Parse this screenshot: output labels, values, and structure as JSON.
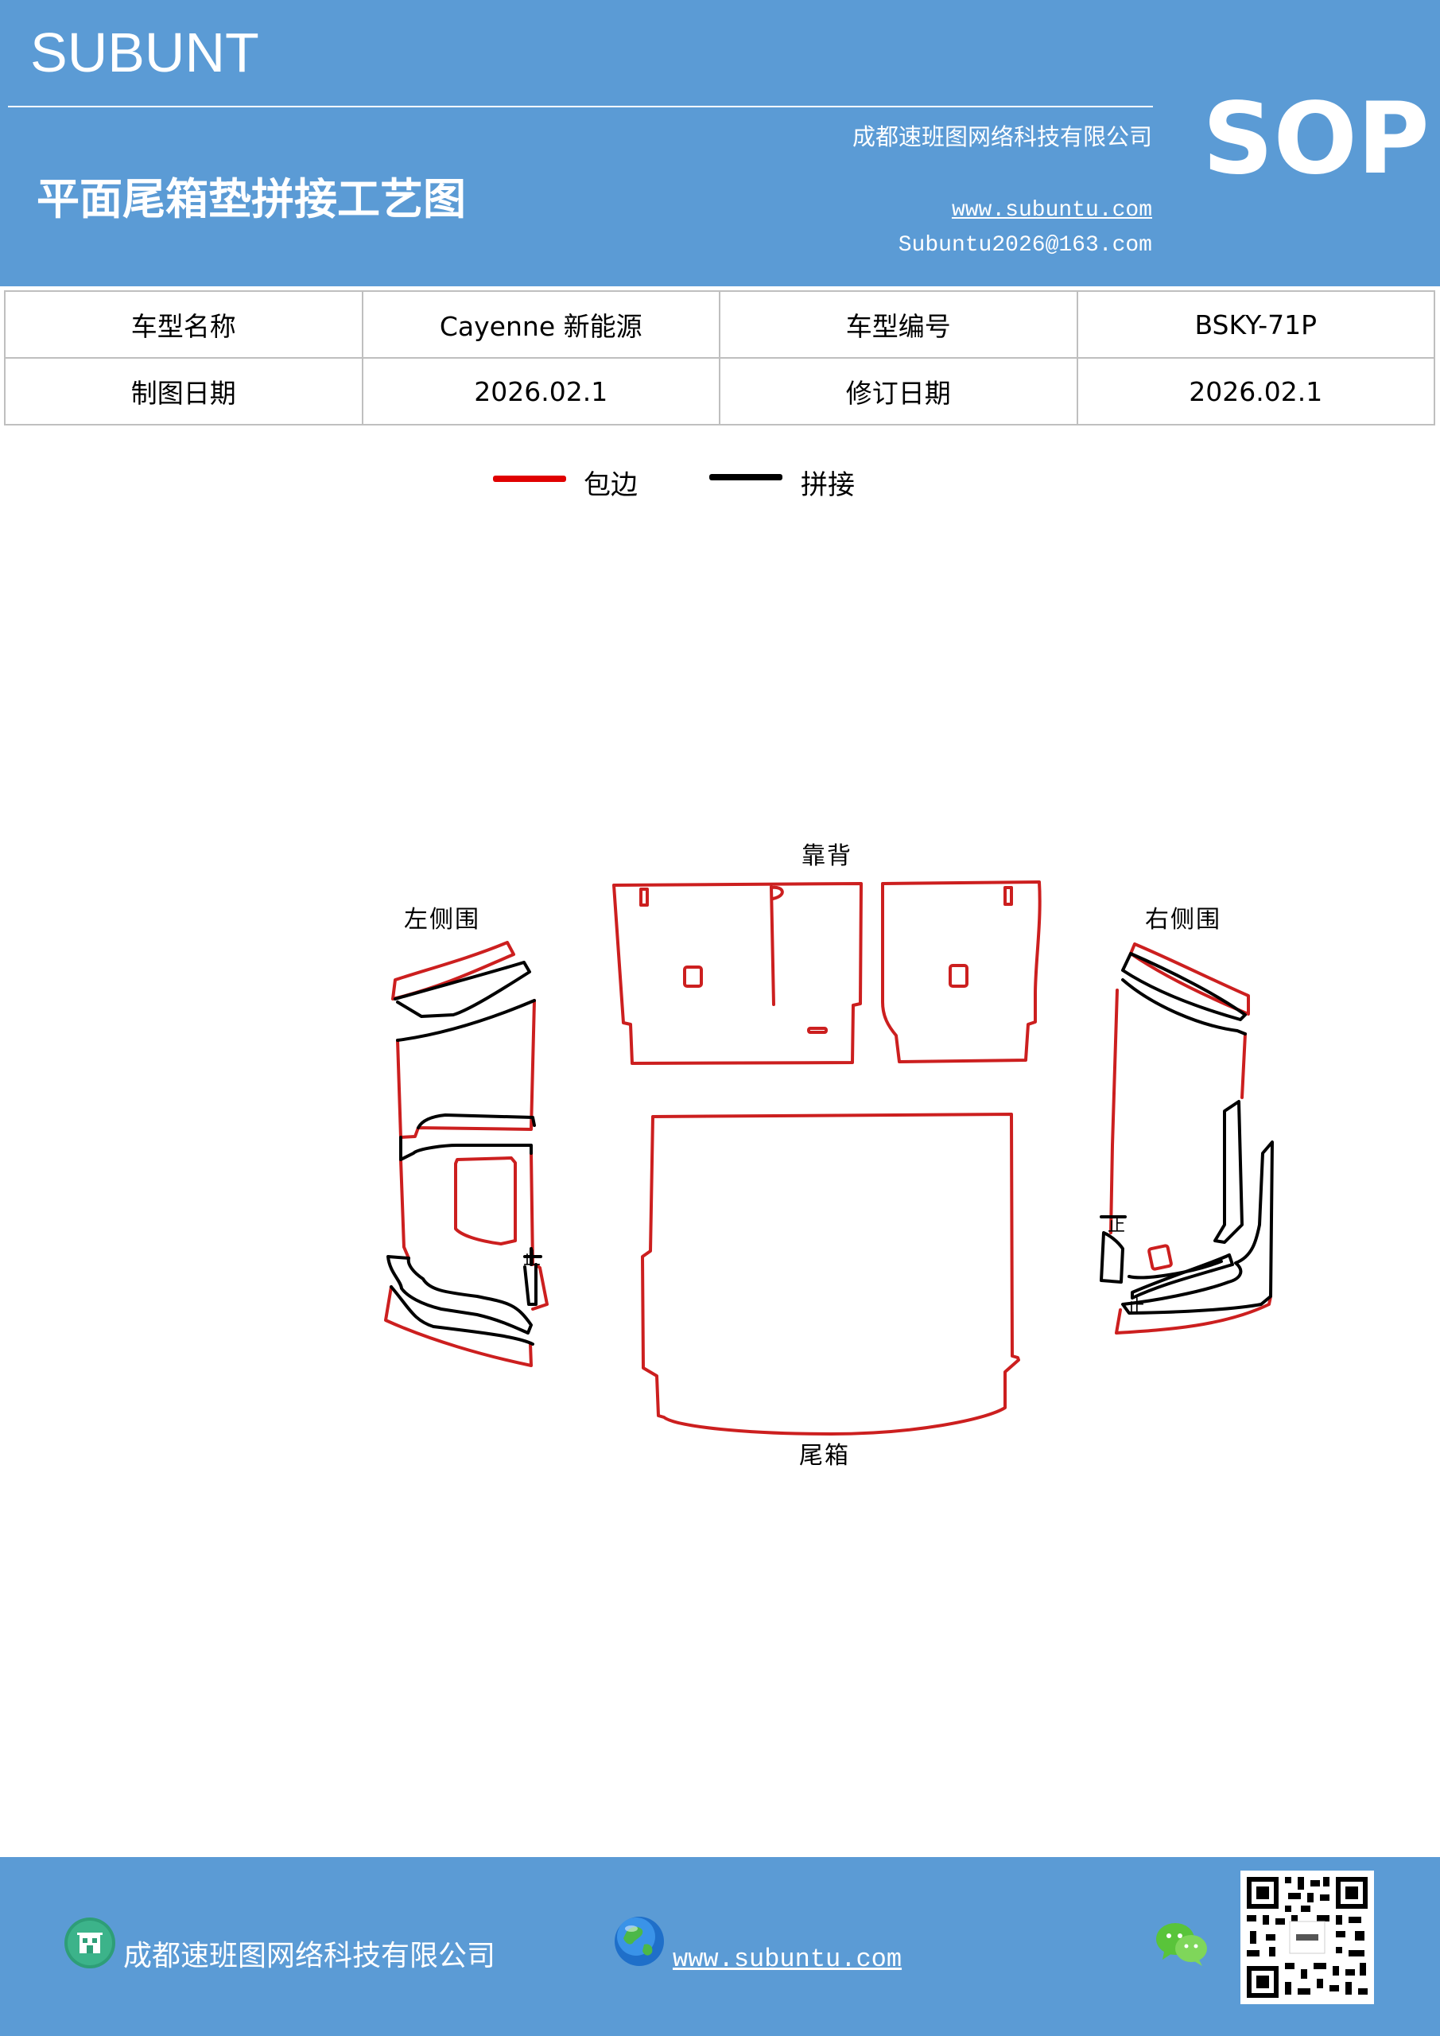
{
  "header": {
    "brand": "SUBUNT",
    "company": "成都速班图网络科技有限公司",
    "title": "平面尾箱垫拼接工艺图",
    "website": "www.subuntu.com",
    "email": "Subuntu2026@163.com",
    "badge": "SOP",
    "color": "#5b9bd5"
  },
  "info_table": {
    "rows": [
      [
        "车型名称",
        "Cayenne 新能源",
        "车型编号",
        "BSKY-71P"
      ],
      [
        "制图日期",
        "2026.02.1",
        "修订日期",
        "2026.02.1"
      ]
    ]
  },
  "legend": {
    "items": [
      {
        "label": "包边",
        "color": "#e00000"
      },
      {
        "label": "拼接",
        "color": "#000000"
      }
    ]
  },
  "diagram": {
    "labels": {
      "backrest": "靠背",
      "left_side": "左侧围",
      "right_side": "右侧围",
      "trunk": "尾箱"
    },
    "stop_mark": "止",
    "edge_color": "#cc1f1f",
    "seam_color": "#000000"
  },
  "footer": {
    "company": "成都速班图网络科技有限公司",
    "website": "www.subuntu.com",
    "icons": [
      "building-icon",
      "globe-icon",
      "wechat-icon",
      "qr-code"
    ]
  }
}
